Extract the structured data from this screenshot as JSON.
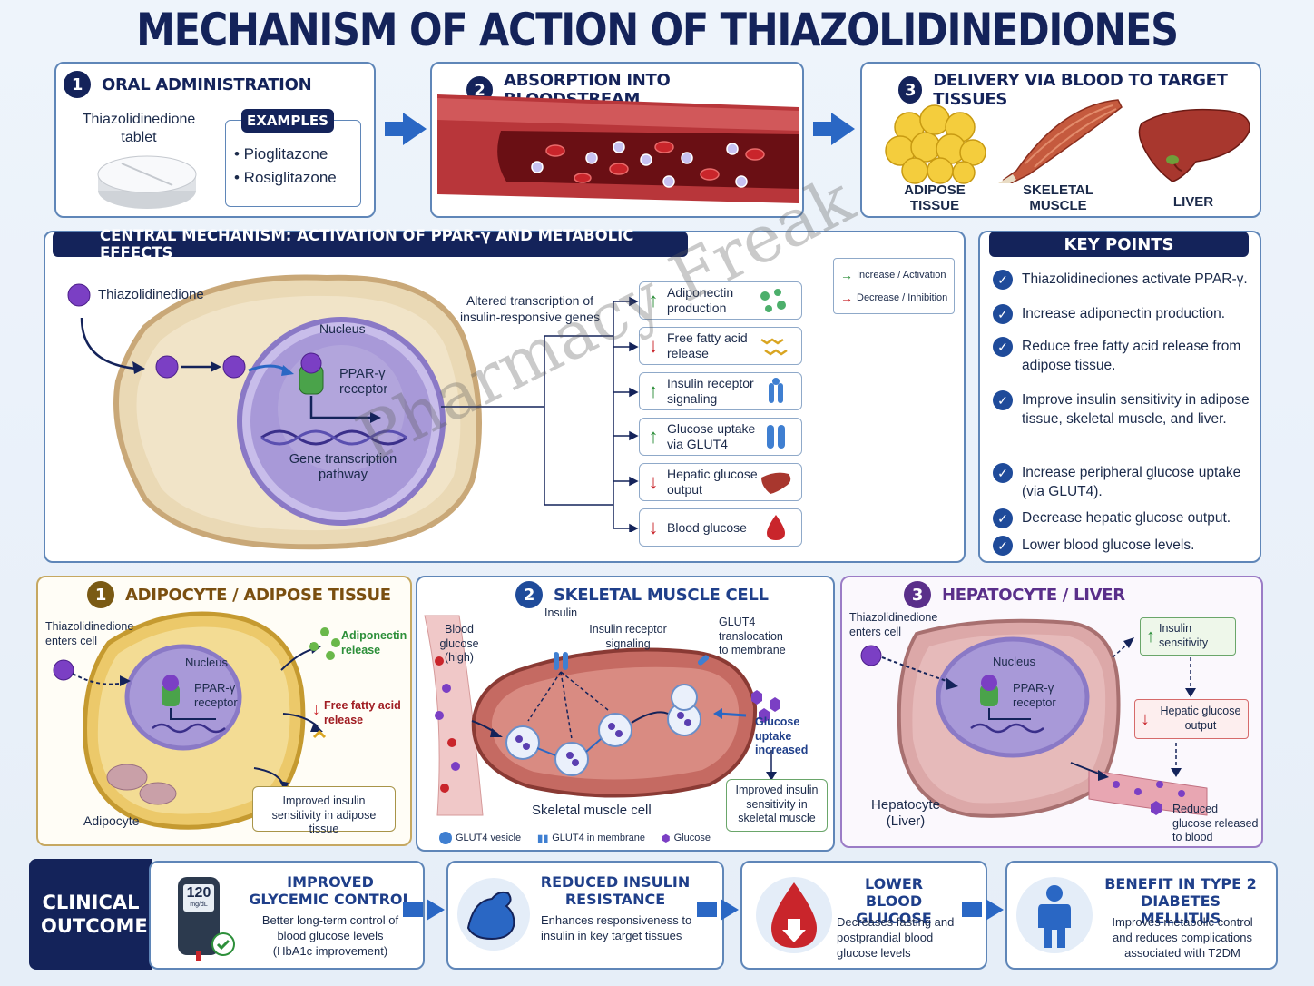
{
  "title": "MECHANISM OF ACTION OF THIAZOLIDINEDIONES",
  "step1": {
    "num": "1",
    "title": "ORAL ADMINISTRATION",
    "tablet_label": "Thiazolidinedione tablet",
    "examples_title": "EXAMPLES",
    "examples": [
      "• Pioglitazone",
      "• Rosiglitazone"
    ]
  },
  "step2": {
    "num": "2",
    "title": "ABSORPTION INTO BLOODSTREAM"
  },
  "step3": {
    "num": "3",
    "title": "DELIVERY VIA BLOOD TO TARGET TISSUES",
    "tissues": [
      "ADIPOSE TISSUE",
      "SKELETAL MUSCLE",
      "LIVER"
    ]
  },
  "central": {
    "title": "CENTRAL MECHANISM: ACTIVATION OF PPAR-γ AND METABOLIC EFFECTS",
    "drug_label": "Thiazolidinedione",
    "nucleus_label": "Nucleus",
    "receptor_label": "PPAR-γ receptor",
    "gene_label": "Gene transcription pathway",
    "altered_label": "Altered transcription of insulin-responsive genes",
    "legend": {
      "increase": "Increase / Activation",
      "decrease": "Decrease / Inhibition"
    },
    "effects": [
      {
        "label": "Adiponectin production",
        "dir": "up"
      },
      {
        "label": "Free fatty acid release",
        "dir": "down"
      },
      {
        "label": "Insulin receptor signaling",
        "dir": "up"
      },
      {
        "label": "Glucose uptake via GLUT4",
        "dir": "up"
      },
      {
        "label": "Hepatic glucose output",
        "dir": "down"
      },
      {
        "label": "Blood glucose",
        "dir": "down"
      }
    ]
  },
  "key_points": {
    "title": "KEY POINTS",
    "items": [
      "Thiazolidinediones activate PPAR-γ.",
      "Increase adiponectin production.",
      "Reduce free fatty acid release from adipose tissue.",
      "Improve insulin sensitivity in adipose tissue, skeletal muscle, and liver.",
      "Increase peripheral glucose uptake (via GLUT4).",
      "Decrease hepatic glucose output.",
      "Lower blood glucose levels."
    ]
  },
  "adipocyte": {
    "num": "1",
    "title": "ADIPOCYTE / ADIPOSE TISSUE",
    "enters": "Thiazolidinedione enters cell",
    "nucleus": "Nucleus",
    "receptor": "PPAR-γ receptor",
    "adiponectin": "Adiponectin release",
    "ffa": "Free fatty acid release",
    "improved": "Improved insulin sensitivity in adipose tissue",
    "cell_label": "Adipocyte"
  },
  "muscle": {
    "num": "2",
    "title": "SKELETAL MUSCLE CELL",
    "blood_glucose": "Blood glucose (high)",
    "insulin": "Insulin",
    "receptor_signaling": "Insulin receptor signaling",
    "glut4_transloc": "GLUT4 translocation to membrane",
    "uptake": "Glucose uptake increased",
    "improved": "Improved insulin sensitivity in skeletal muscle",
    "cell_label": "Skeletal muscle cell",
    "legend": [
      "GLUT4 vesicle",
      "GLUT4 in membrane",
      "Glucose"
    ]
  },
  "hepatocyte": {
    "num": "3",
    "title": "HEPATOCYTE / LIVER",
    "enters": "Thiazolidinedione enters cell",
    "nucleus": "Nucleus",
    "receptor": "PPAR-γ receptor",
    "sensitivity": "Insulin sensitivity",
    "hepatic_output": "Hepatic glucose output",
    "reduced": "Reduced glucose released to blood",
    "cell_label": "Hepatocyte (Liver)"
  },
  "outcomes": {
    "label": "CLINICAL OUTCOMES",
    "meter": "120",
    "meter_unit": "mg/dL",
    "items": [
      {
        "title": "IMPROVED GLYCEMIC CONTROL",
        "desc": "Better long-term control of blood glucose levels (HbA1c improvement)"
      },
      {
        "title": "REDUCED INSULIN RESISTANCE",
        "desc": "Enhances responsiveness to insulin in key target tissues"
      },
      {
        "title": "LOWER BLOOD GLUCOSE",
        "desc": "Decreases fasting and postprandial blood glucose levels"
      },
      {
        "title": "BENEFIT IN TYPE 2 DIABETES MELLITUS",
        "desc": "Improves metabolic control and reduces complications associated with T2DM"
      }
    ]
  },
  "watermark": "Pharmacy Freak",
  "colors": {
    "navy": "#14235a",
    "accent": "#2a67c4",
    "up": "#2d8f3a",
    "down": "#c9252b",
    "drug": "#7b3fc4"
  }
}
